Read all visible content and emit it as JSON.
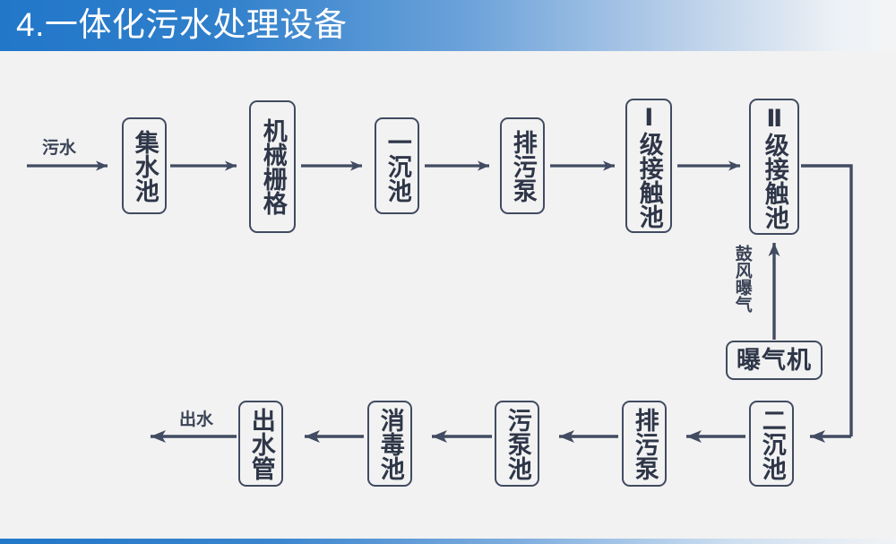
{
  "header": {
    "title": "4.一体化污水处理设备",
    "accent_color": "#2277c9",
    "text_color": "#ffffff"
  },
  "footer": {
    "accent_color": "#2277c9"
  },
  "diagram": {
    "type": "flowchart",
    "background_color": "#f2f2f2",
    "line_color": "#414b61",
    "node_text_color": "#2e3648",
    "labels": {
      "inlet": "污水",
      "outlet": "出水",
      "aeration": "鼓风曝气"
    },
    "nodes": [
      {
        "id": "jishuichi",
        "label": "集水池",
        "orientation": "vertical"
      },
      {
        "id": "jixieshanges",
        "label": "机械栅格",
        "orientation": "vertical"
      },
      {
        "id": "yichenchi",
        "label": "一沉池",
        "orientation": "vertical"
      },
      {
        "id": "paiwubeng1",
        "label": "排污泵",
        "orientation": "vertical"
      },
      {
        "id": "jiechuchi1",
        "label": "Ⅰ级接触池",
        "orientation": "vertical"
      },
      {
        "id": "jiechuchi2",
        "label": "Ⅱ级接触池",
        "orientation": "vertical"
      },
      {
        "id": "puqiji",
        "label": "曝气机",
        "orientation": "horizontal"
      },
      {
        "id": "erchenchi",
        "label": "二沉池",
        "orientation": "vertical"
      },
      {
        "id": "paiwubeng2",
        "label": "排污泵",
        "orientation": "vertical"
      },
      {
        "id": "wubengchi",
        "label": "污泵池",
        "orientation": "vertical"
      },
      {
        "id": "xiaoduchi",
        "label": "消毒池",
        "orientation": "vertical"
      },
      {
        "id": "chushuiguan",
        "label": "出水管",
        "orientation": "vertical"
      }
    ],
    "edges": [
      {
        "from": "inlet",
        "to": "jishuichi",
        "direction": "right"
      },
      {
        "from": "jishuichi",
        "to": "jixieshanges",
        "direction": "right"
      },
      {
        "from": "jixieshanges",
        "to": "yichenchi",
        "direction": "right"
      },
      {
        "from": "yichenchi",
        "to": "paiwubeng1",
        "direction": "right"
      },
      {
        "from": "paiwubeng1",
        "to": "jiechuchi1",
        "direction": "right"
      },
      {
        "from": "jiechuchi1",
        "to": "jiechuchi2",
        "direction": "right"
      },
      {
        "from": "jiechuchi2",
        "to": "erchenchi",
        "direction": "down-left"
      },
      {
        "from": "puqiji",
        "to": "jiechuchi2",
        "direction": "up",
        "label": "鼓风曝气"
      },
      {
        "from": "erchenchi",
        "to": "paiwubeng2",
        "direction": "left"
      },
      {
        "from": "paiwubeng2",
        "to": "wubengchi",
        "direction": "left"
      },
      {
        "from": "wubengchi",
        "to": "xiaoduchi",
        "direction": "left"
      },
      {
        "from": "xiaoduchi",
        "to": "chushuiguan",
        "direction": "left"
      },
      {
        "from": "chushuiguan",
        "to": "outlet",
        "direction": "left"
      }
    ]
  }
}
